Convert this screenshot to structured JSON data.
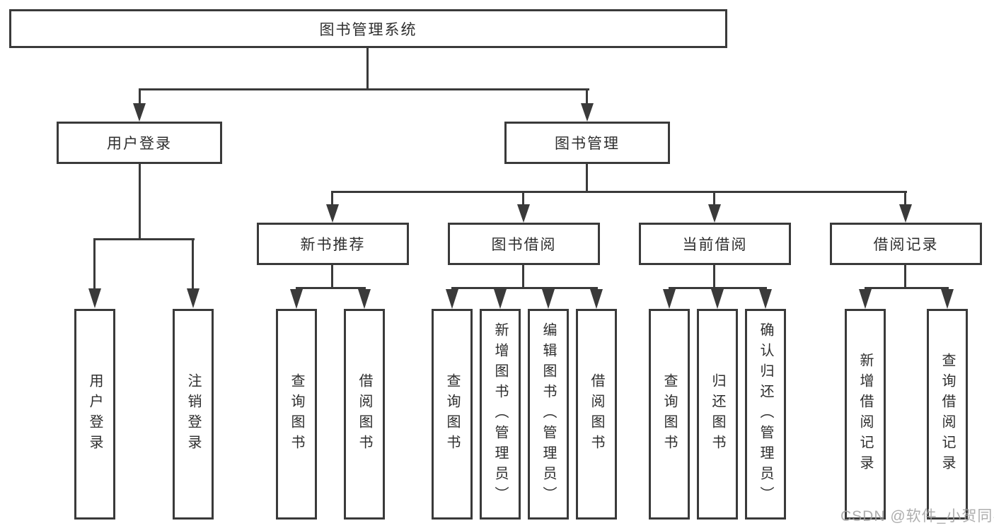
{
  "colors": {
    "line": "#3a3a3a",
    "text": "#2e2e2e",
    "watermark": "#a0a0a0",
    "background": "#ffffff"
  },
  "tree": {
    "root": {
      "label": "图书管理系统",
      "children": [
        {
          "label": "用户登录",
          "children": [
            {
              "label": "用户登录"
            },
            {
              "label": "注销登录"
            }
          ]
        },
        {
          "label": "图书管理",
          "children": [
            {
              "label": "新书推荐",
              "children": [
                {
                  "label": "查询图书"
                },
                {
                  "label": "借阅图书"
                }
              ]
            },
            {
              "label": "图书借阅",
              "children": [
                {
                  "label": "查询图书"
                },
                {
                  "label": "新增图书（管理员）"
                },
                {
                  "label": "编辑图书（管理员）"
                },
                {
                  "label": "借阅图书"
                }
              ]
            },
            {
              "label": "当前借阅",
              "children": [
                {
                  "label": "查询图书"
                },
                {
                  "label": "归还图书"
                },
                {
                  "label": "确认归还（管理员）"
                }
              ]
            },
            {
              "label": "借阅记录",
              "children": [
                {
                  "label": "新增借阅记录"
                },
                {
                  "label": "查询借阅记录"
                }
              ]
            }
          ]
        }
      ]
    }
  },
  "watermark": {
    "text": "CSDN @软件_小贺同学"
  }
}
